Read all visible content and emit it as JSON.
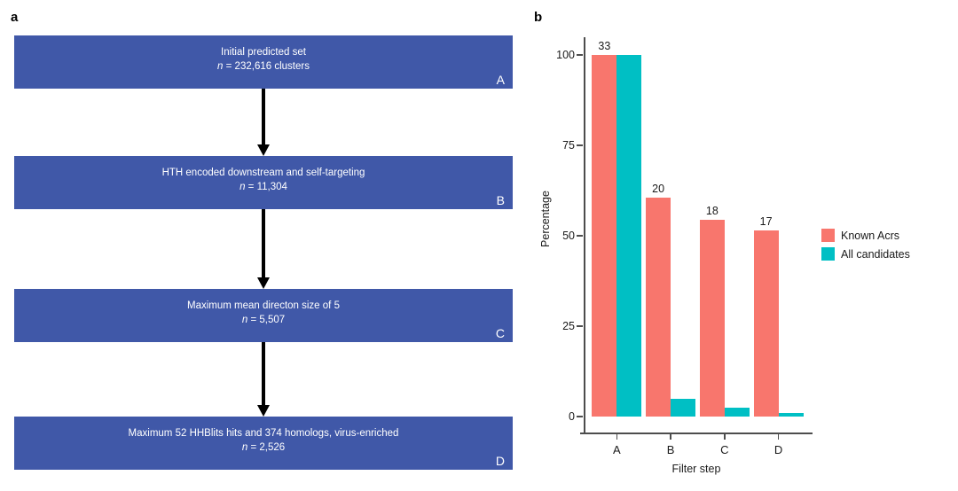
{
  "panels": {
    "a": {
      "letter": "a",
      "boxes": [
        {
          "title": "Initial predicted set",
          "n_prefix": "n",
          "n_value": " = 232,616 clusters",
          "tag": "A"
        },
        {
          "title": "HTH encoded downstream and self-targeting",
          "n_prefix": "n",
          "n_value": " = 11,304",
          "tag": "B"
        },
        {
          "title": "Maximum mean directon size of 5",
          "n_prefix": "n",
          "n_value": " = 5,507",
          "tag": "C"
        },
        {
          "title": "Maximum 52 HHBlits hits and 374 homologs, virus-enriched",
          "n_prefix": "n",
          "n_value": " = 2,526",
          "tag": "D"
        }
      ],
      "box_color": "#4058A8",
      "arrow_color": "#000000"
    },
    "b": {
      "letter": "b"
    }
  },
  "chart_data": {
    "type": "bar",
    "title": "",
    "xlabel": "Filter step",
    "ylabel": "Percentage",
    "categories": [
      "A",
      "B",
      "C",
      "D"
    ],
    "ylim": [
      0,
      100
    ],
    "yticks": [
      0,
      25,
      50,
      75,
      100
    ],
    "ytick_labels": [
      "0",
      "25",
      "50",
      "75",
      "100"
    ],
    "grid": false,
    "legend_position": "right",
    "series": [
      {
        "name": "Known Acrs",
        "color": "#F8766D",
        "values": [
          100.0,
          60.6,
          54.5,
          51.5
        ],
        "point_labels": [
          "33",
          "20",
          "18",
          "17"
        ]
      },
      {
        "name": "All candidates",
        "color": "#00BFC4",
        "values": [
          100.0,
          4.86,
          2.37,
          1.09
        ],
        "point_labels": [
          "",
          "",
          "",
          ""
        ]
      }
    ]
  }
}
